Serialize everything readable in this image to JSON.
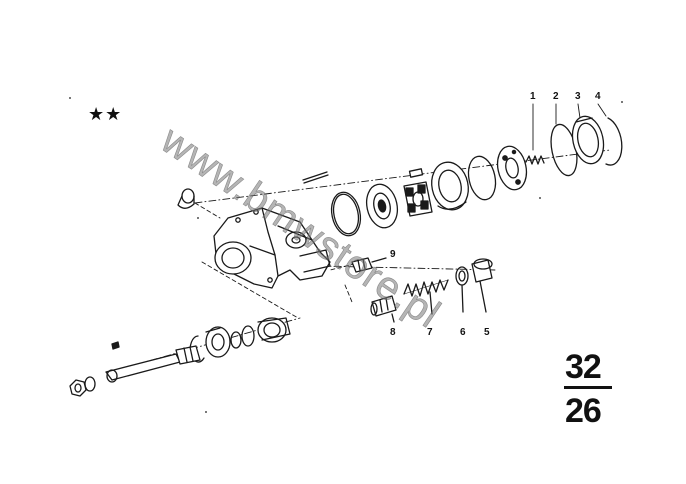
{
  "diagram": {
    "markers": {
      "stars": "★★"
    },
    "callouts": {
      "c1": "1",
      "c2": "2",
      "c3": "3",
      "c4": "4",
      "c5": "5",
      "c6": "6",
      "c7": "7",
      "c8": "8",
      "c9": "9"
    },
    "group": {
      "main": "32",
      "sub": "26"
    },
    "watermark": "www.bmwstore.pl"
  }
}
